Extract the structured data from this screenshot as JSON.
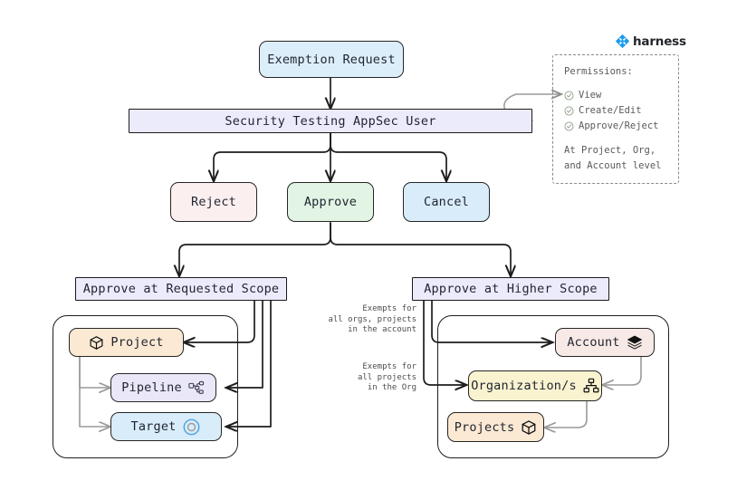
{
  "brand": {
    "name": "harness",
    "logo_icon": "harness-diamond-icon",
    "color": "#1a9cf0"
  },
  "nodes": {
    "exemption_request": {
      "label": "Exemption Request",
      "fill": "#ddeefb"
    },
    "appsec_user": {
      "label": "Security Testing AppSec User",
      "fill": "#ecebfb"
    },
    "reject": {
      "label": "Reject",
      "fill": "#fceff0"
    },
    "approve": {
      "label": "Approve",
      "fill": "#e2f4e4"
    },
    "cancel": {
      "label": "Cancel",
      "fill": "#d9ecfa"
    },
    "approve_requested_scope": {
      "label": "Approve at Requested Scope",
      "fill": "#ecebfb"
    },
    "approve_higher_scope": {
      "label": "Approve at Higher Scope",
      "fill": "#ecebfb"
    },
    "project": {
      "label": "Project",
      "icon": "cube-icon",
      "fill": "#fbe9d3"
    },
    "pipeline": {
      "label": "Pipeline",
      "icon": "pipeline-nodes-icon",
      "fill": "#eae8f8"
    },
    "target": {
      "label": "Target",
      "icon": "target-circles-icon",
      "fill": "#d9ecfa"
    },
    "account": {
      "label": "Account",
      "icon": "layers-icon",
      "fill": "#f7e9e6"
    },
    "organizations": {
      "label": "Organization/s",
      "icon": "org-chart-icon",
      "fill": "#faf3d0"
    },
    "projects": {
      "label": "Projects",
      "icon": "cube-icon",
      "fill": "#fbe9d3"
    }
  },
  "edge_labels": {
    "account_exempt": "Exempts for\nall orgs, projects\nin the account",
    "org_exempt": "Exempts for\nall projects\nin the Org"
  },
  "permissions": {
    "title": "Permissions:",
    "items": [
      "View",
      "Create/Edit",
      "Approve/Reject"
    ],
    "footer_line1": "At Project, Org,",
    "footer_line2": "and Account level"
  }
}
